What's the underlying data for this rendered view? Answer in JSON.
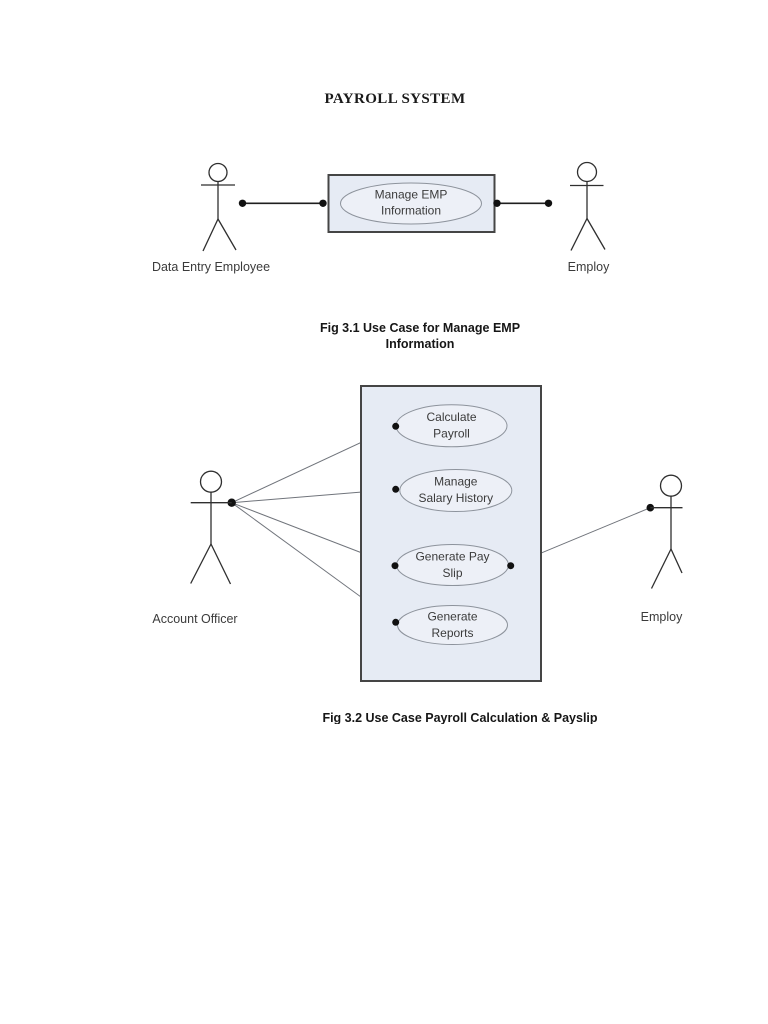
{
  "page": {
    "title": "PAYROLL SYSTEM"
  },
  "colors": {
    "system_boundary_fill": "#e6ebf4",
    "system_boundary_border": "#454545",
    "usecase_fill": "#edf0f7",
    "usecase_stroke": "#8d939c",
    "connector": "#1f1f1f",
    "association": "#70747b",
    "text": "#3b3b3b"
  },
  "fig1": {
    "actor_left": "Data Entry Employee",
    "actor_right": "Employ",
    "usecase": {
      "line1": "Manage EMP",
      "line2": "Information"
    },
    "caption_line1": "Fig 3.1 Use Case for Manage EMP",
    "caption_line2": "Information"
  },
  "fig2": {
    "actor_left": "Account Officer",
    "actor_right": "Employ",
    "usecases": [
      {
        "line1": "Calculate",
        "line2": "Payroll"
      },
      {
        "line1": "Manage",
        "line2": "Salary History"
      },
      {
        "line1": "Generate Pay",
        "line2": "Slip"
      },
      {
        "line1": "Generate",
        "line2": "Reports"
      }
    ],
    "caption": "Fig 3.2 Use Case Payroll Calculation & Payslip"
  }
}
